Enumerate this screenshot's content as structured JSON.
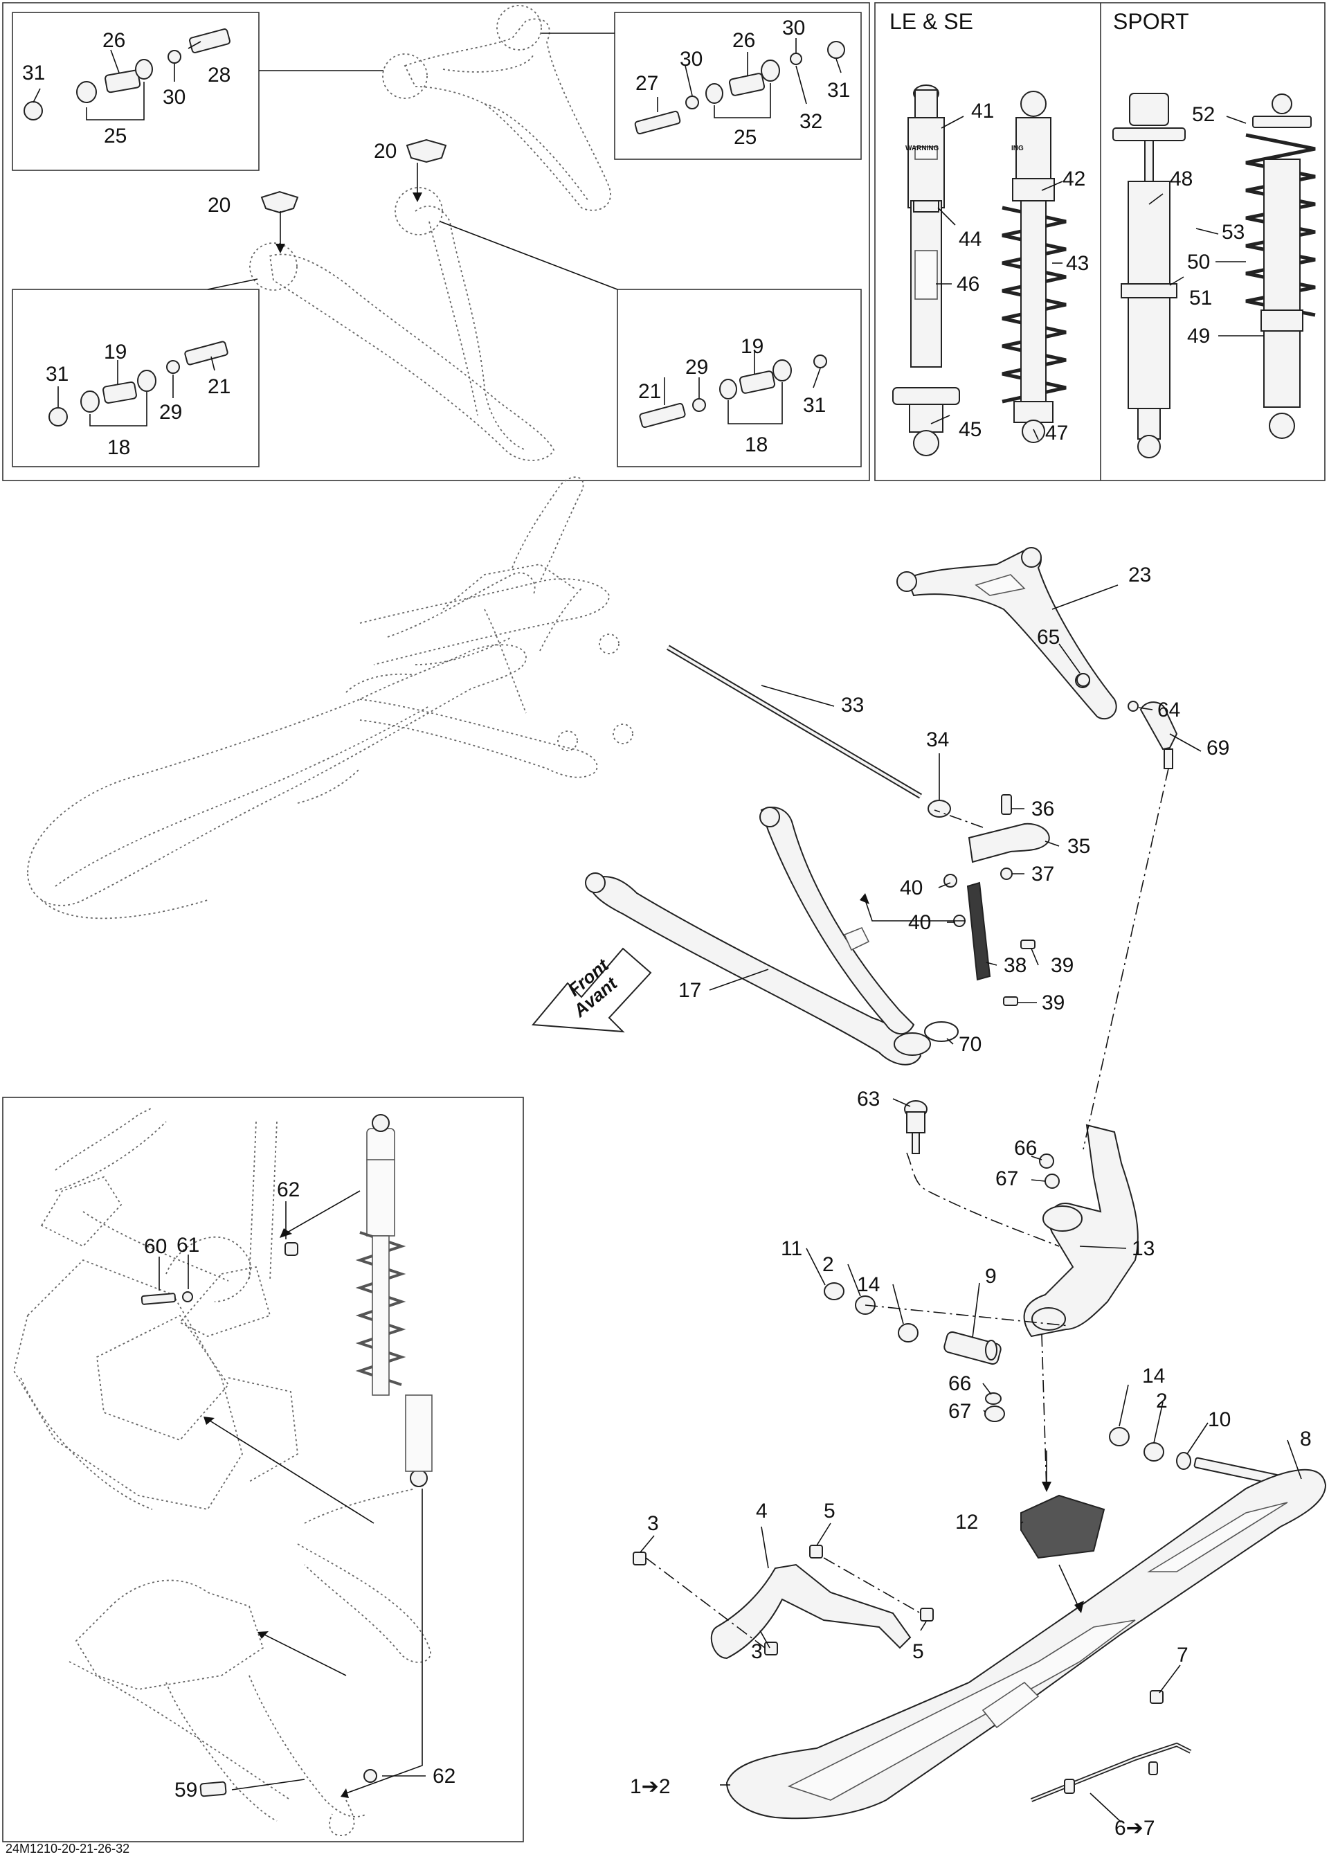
{
  "panels": {
    "le_se_title": "LE & SE",
    "sport_title": "SPORT"
  },
  "front_arrow": {
    "line1": "Front",
    "line2": "Avant"
  },
  "shock_label": "WARNING",
  "shock_label_short": "ING",
  "reference_code": "24M1210-20-21-26-32",
  "callouts": {
    "c31a": "31",
    "c26a": "26",
    "c28": "28",
    "c30a": "30",
    "c25a": "25",
    "c30b": "30",
    "c26b": "26",
    "c30c": "30",
    "c27": "27",
    "c31b": "31",
    "c32": "32",
    "c25b": "25",
    "c20a": "20",
    "c20b": "20",
    "c31c": "31",
    "c19a": "19",
    "c21a": "21",
    "c29a": "29",
    "c18a": "18",
    "c21b": "21",
    "c29b": "29",
    "c19b": "19",
    "c31d": "31",
    "c18b": "18",
    "c41": "41",
    "c42": "42",
    "c44": "44",
    "c43": "43",
    "c46": "46",
    "c45": "45",
    "c47": "47",
    "c52": "52",
    "c48": "48",
    "c53": "53",
    "c50": "50",
    "c51": "51",
    "c49": "49",
    "c23": "23",
    "c65": "65",
    "c33": "33",
    "c64": "64",
    "c69": "69",
    "c34": "34",
    "c36": "36",
    "c35": "35",
    "c40a": "40",
    "c37": "37",
    "c40b": "40",
    "c38": "38",
    "c39a": "39",
    "c39b": "39",
    "c17": "17",
    "c70": "70",
    "c63": "63",
    "c66a": "66",
    "c67a": "67",
    "c11": "11",
    "c2a": "2",
    "c13": "13",
    "c14a": "14",
    "c9": "9",
    "c66b": "66",
    "c67b": "67",
    "c14b": "14",
    "c2b": "2",
    "c10": "10",
    "c8": "8",
    "c4": "4",
    "c5a": "5",
    "c3a": "3",
    "c12": "12",
    "c3b": "3",
    "c5b": "5",
    "c7": "7",
    "c1to2": "1➔2",
    "c6to7": "6➔7",
    "c62a": "62",
    "c60": "60",
    "c61": "61",
    "c59": "59",
    "c62b": "62"
  }
}
